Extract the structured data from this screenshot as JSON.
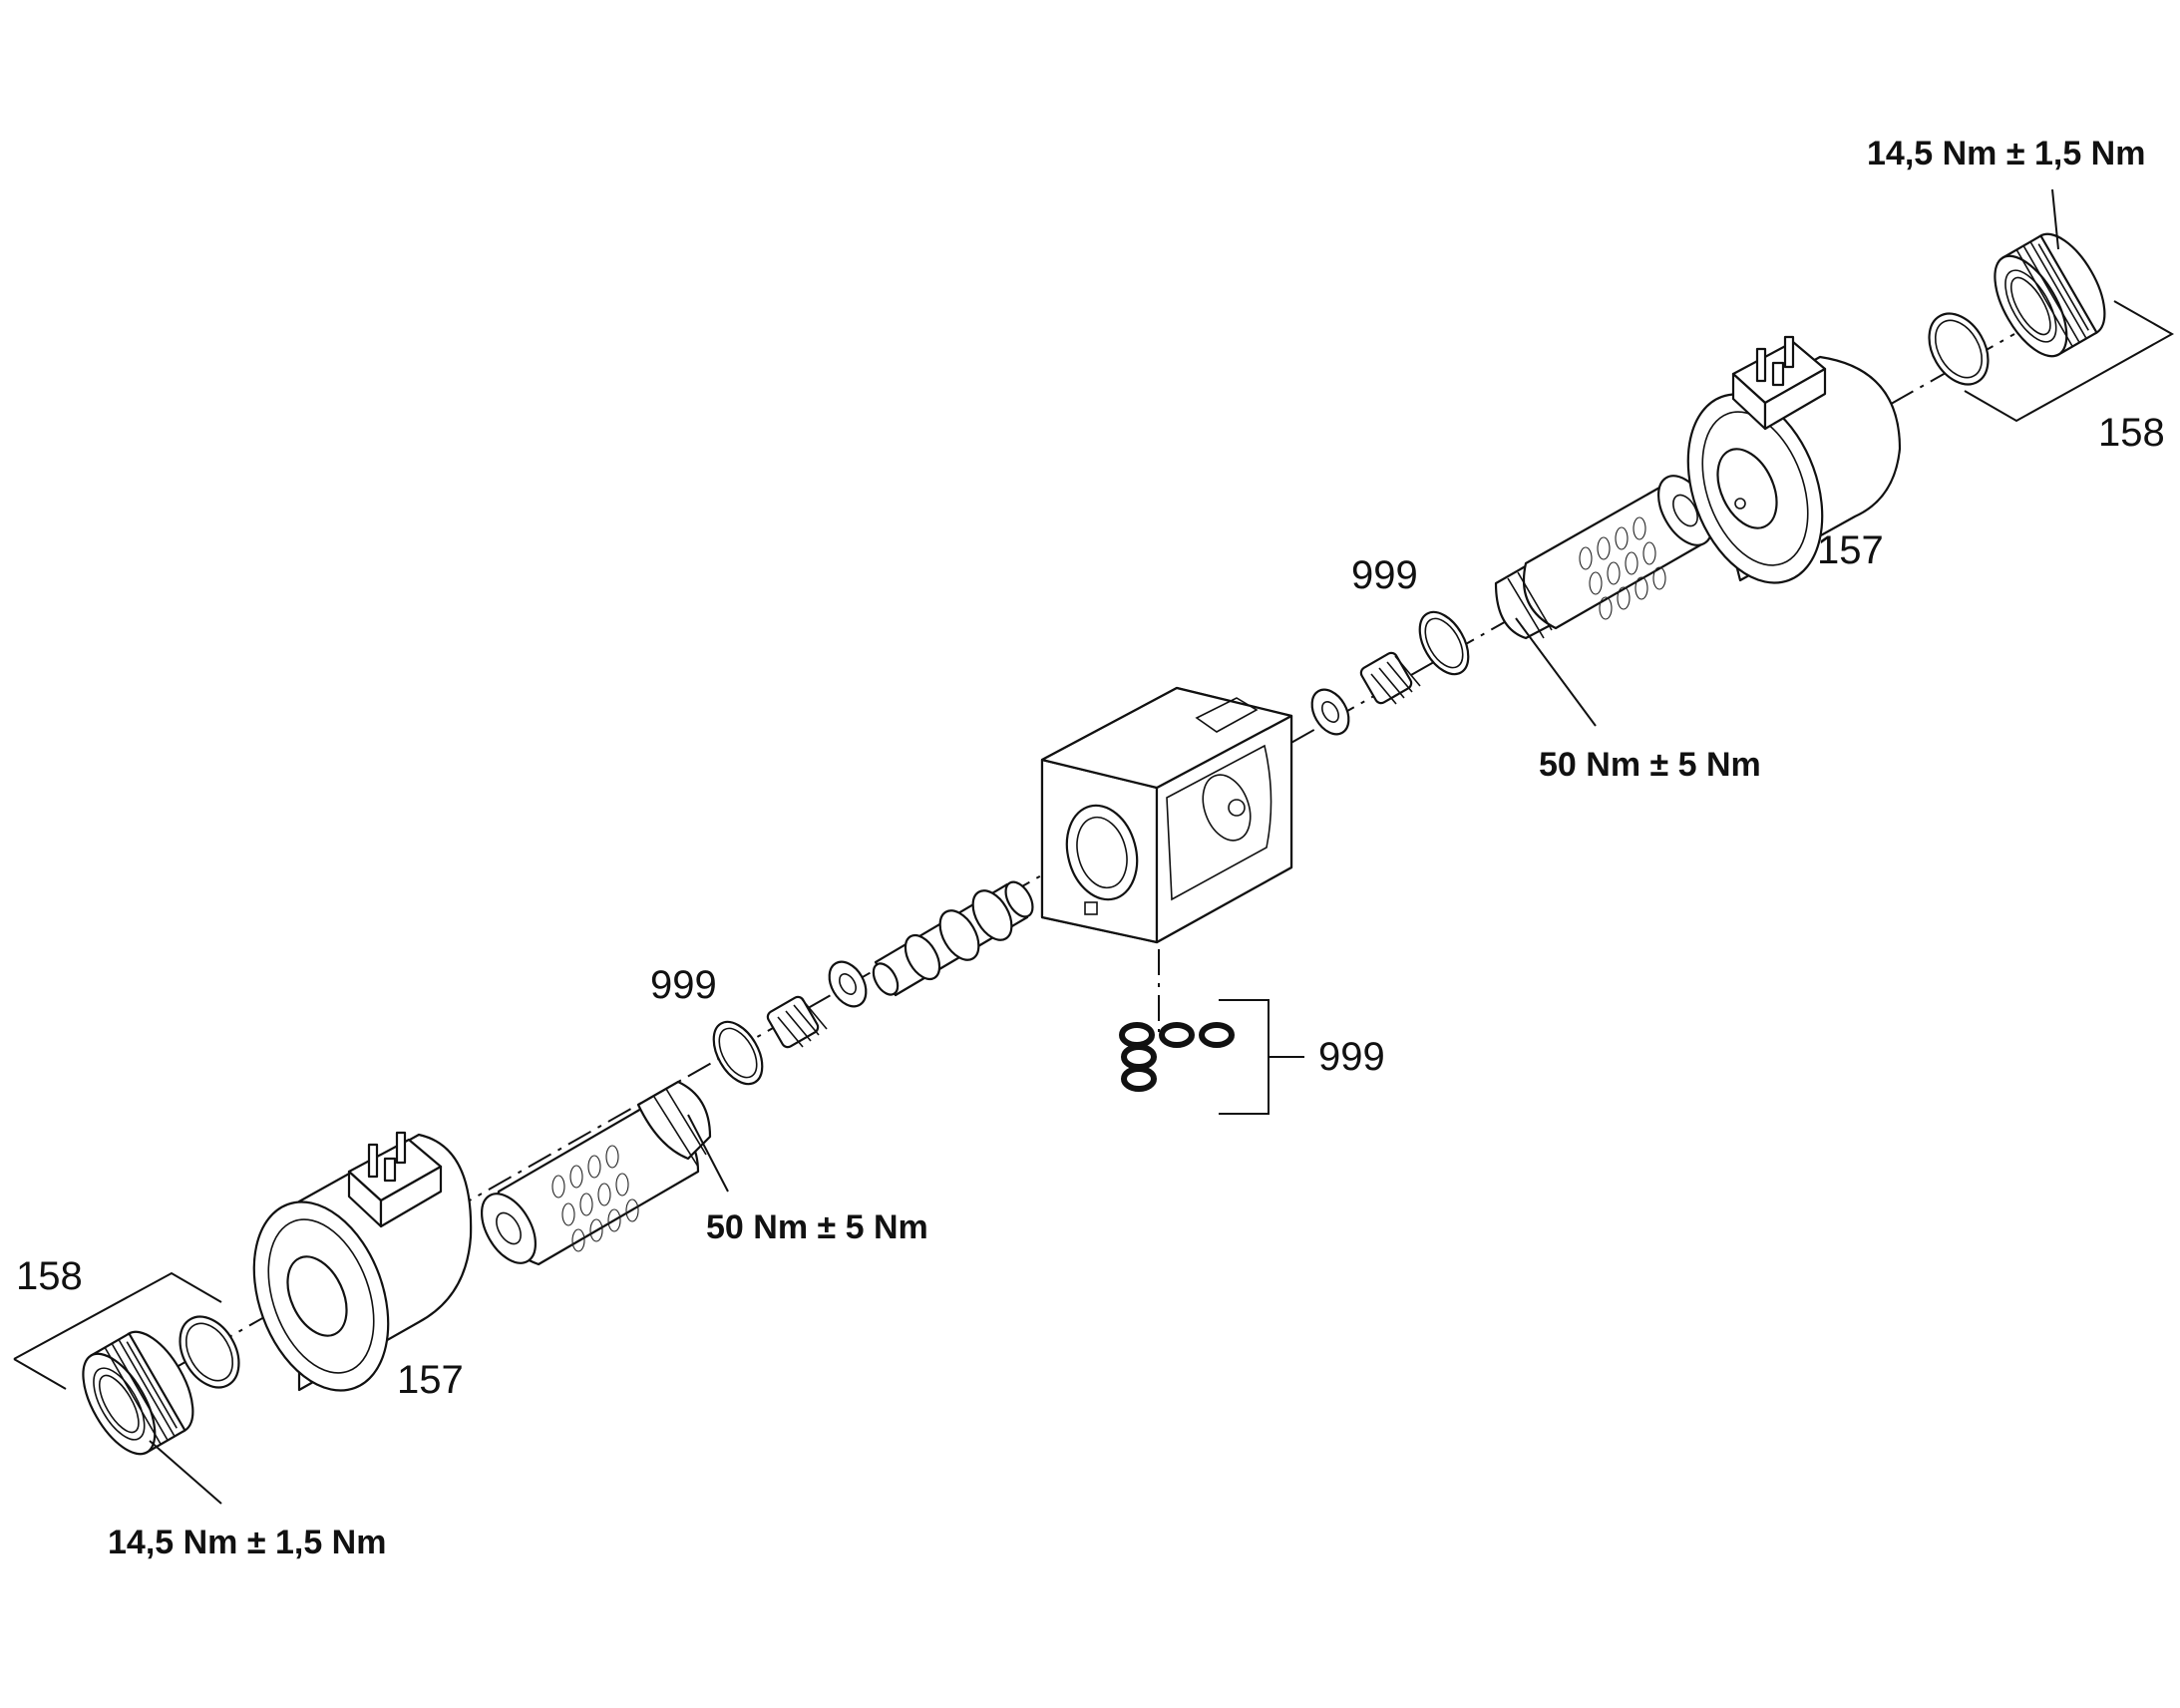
{
  "diagram": {
    "labels": {
      "coil_left": "157",
      "coil_right": "157",
      "nut_left": "158",
      "nut_right": "158",
      "seal_kit_left": "999",
      "seal_kit_right": "999",
      "seal_kit_body": "999"
    },
    "torques": {
      "nut_left": "14,5 Nm ± 1,5 Nm",
      "nut_right": "14,5 Nm ± 1,5 Nm",
      "tube_left": "50 Nm ± 5 Nm",
      "tube_right": "50 Nm ± 5 Nm"
    }
  }
}
